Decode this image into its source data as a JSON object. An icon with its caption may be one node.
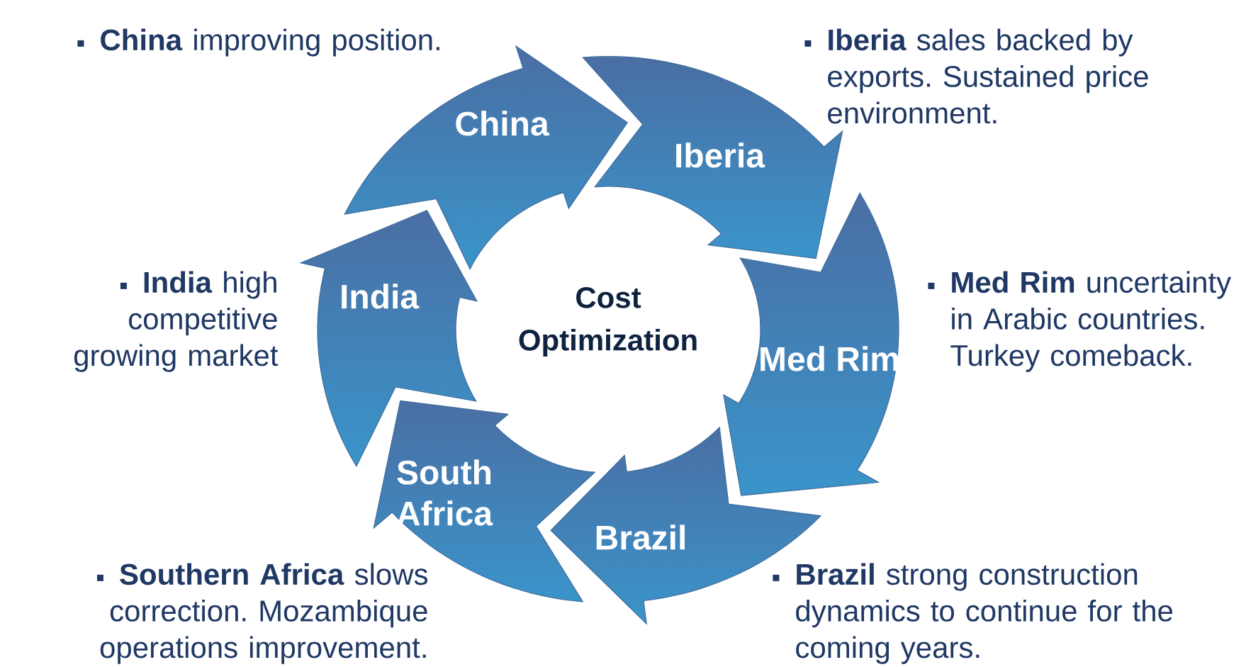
{
  "diagram": {
    "nodes": [
      {
        "text": [
          "China"
        ],
        "beside": [
          "**China** improving position."
        ]
      },
      {
        "text": [
          "Iberia"
        ],
        "beside": [
          "**Iberia** sales backed by exports. Sustained price environment."
        ]
      },
      {
        "text": [
          "Med Rim"
        ],
        "beside": [
          "**Med Rim** uncertainty in Arabic countries. Turkey comeback."
        ]
      },
      {
        "text": [
          "Brazil"
        ],
        "beside": [
          "**Brazil** strong construction dynamics to continue for the coming years."
        ]
      },
      {
        "text": [
          "South Africa"
        ],
        "beside": [
          "**Southern Africa** slows correction. Mozambique operations improvement."
        ]
      },
      {
        "text": [
          "India"
        ],
        "beside": [
          "**India** high competitive growing market"
        ]
      },
      {
        "text": [
          "Cost Optimization"
        ]
      }
    ]
  }
}
